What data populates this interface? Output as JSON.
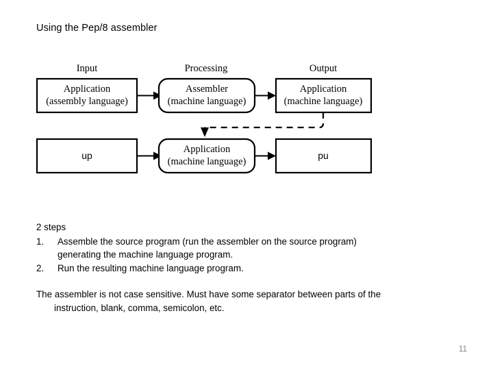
{
  "slide": {
    "title": "Using the Pep/8 assembler",
    "page_number": "11"
  },
  "diagram": {
    "headers": {
      "input": "Input",
      "processing": "Processing",
      "output": "Output"
    },
    "row1": {
      "box1_line1": "Application",
      "box1_line2": "(assembly language)",
      "box2_line1": "Assembler",
      "box2_line2": "(machine language)",
      "box3_line1": "Application",
      "box3_line2": "(machine language)"
    },
    "row2": {
      "box1": "up",
      "box2_line1": "Application",
      "box2_line2": "(machine language)",
      "box3": "pu"
    },
    "colors": {
      "stroke": "#000000",
      "fill": "#ffffff"
    }
  },
  "body": {
    "intro": "2 steps",
    "steps": [
      {
        "num": "1.",
        "line1": "Assemble the source program (run the assembler on the source program)",
        "line2": "generating the machine language program."
      },
      {
        "num": "2.",
        "line1": "Run the resulting machine language program.",
        "line2": ""
      }
    ],
    "paragraph_line1": "The assembler is not case sensitive.  Must have some separator between parts of the",
    "paragraph_line2": "instruction, blank, comma, semicolon, etc."
  }
}
